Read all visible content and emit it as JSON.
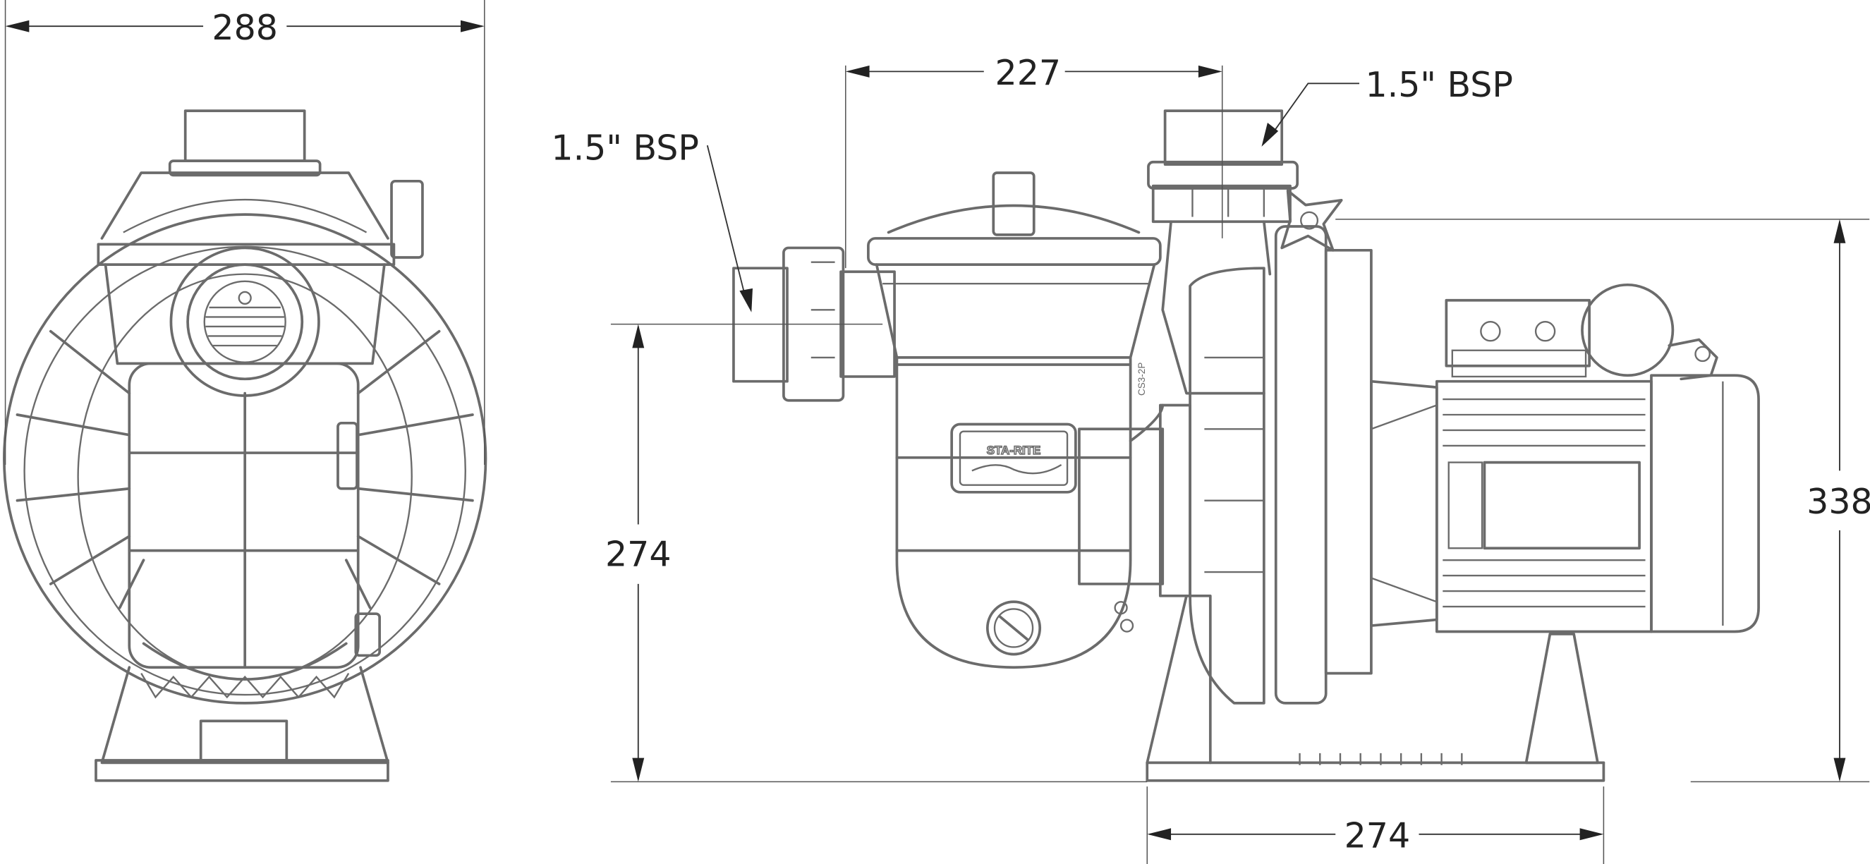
{
  "dimensions": {
    "front_width": "288",
    "inlet_to_outlet": "227",
    "outlet_label": "1.5\" BSP",
    "inlet_label": "1.5\" BSP",
    "inlet_height": "274",
    "overall_height": "338",
    "base_length": "274"
  },
  "markings": {
    "brand": "STA-RITE",
    "model_mold": "CS3-2P"
  },
  "colors": {
    "line": "#6b6b6b",
    "dimension": "#222222"
  }
}
